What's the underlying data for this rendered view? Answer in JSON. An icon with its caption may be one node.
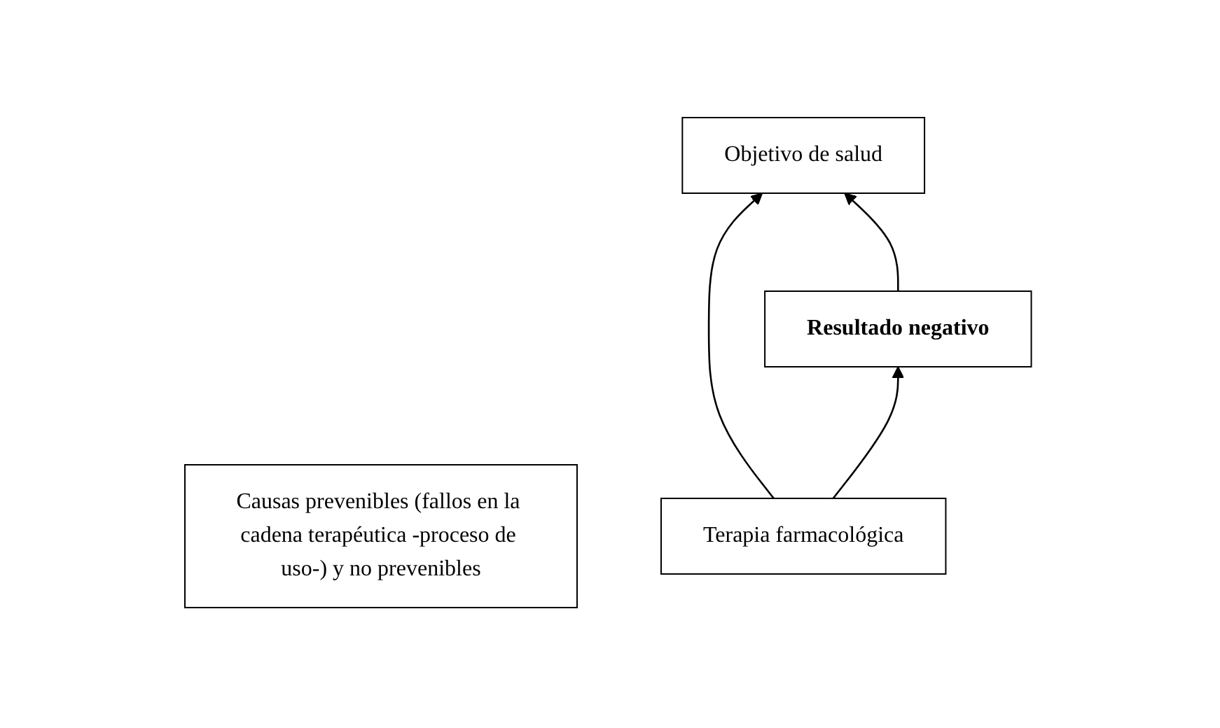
{
  "diagram": {
    "nodes": [
      {
        "text": [
          "Causas prevenibles (fallos en la cadena terapéutica -proceso de uso-) y no prevenibles"
        ]
      },
      {
        "text": [
          "Objetivo de salud"
        ]
      },
      {
        "text": [
          "Resultado negativo"
        ]
      },
      {
        "text": [
          "Terapia farmacológica"
        ]
      }
    ],
    "edges": [
      {
        "from": 3,
        "to": 1,
        "arrow": "to"
      },
      {
        "from": 3,
        "to": 2,
        "arrow": "to"
      },
      {
        "from": 2,
        "to": 1,
        "arrow": "to"
      }
    ]
  }
}
